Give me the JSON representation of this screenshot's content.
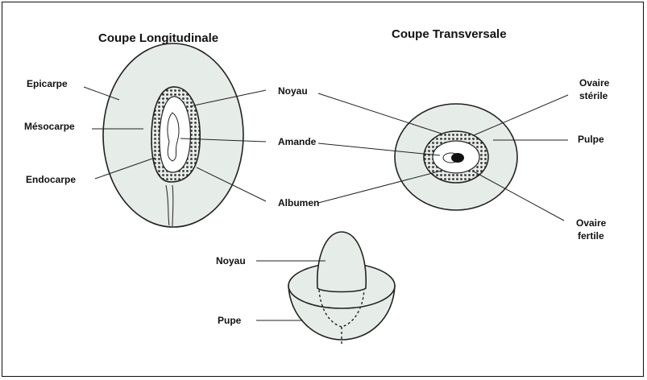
{
  "titles": {
    "longitudinal": "Coupe Longitudinale",
    "transversal": "Coupe Transversale"
  },
  "labels": {
    "epicarpe": "Epicarpe",
    "mesocarpe": "Mésocarpe",
    "endocarpe": "Endocarpe",
    "noyau": "Noyau",
    "amande": "Amande",
    "albumen": "Albumen",
    "ovaire_sterile_1": "Ovaire",
    "ovaire_sterile_2": "stérile",
    "pulpe": "Pulpe",
    "ovaire_fertile_1": "Ovaire",
    "ovaire_fertile_2": "fertile",
    "noyau_bottom": "Noyau",
    "pupe": "Pupe"
  },
  "colors": {
    "fill": "#e6ece8",
    "line": "#222222",
    "background": "#ffffff"
  }
}
